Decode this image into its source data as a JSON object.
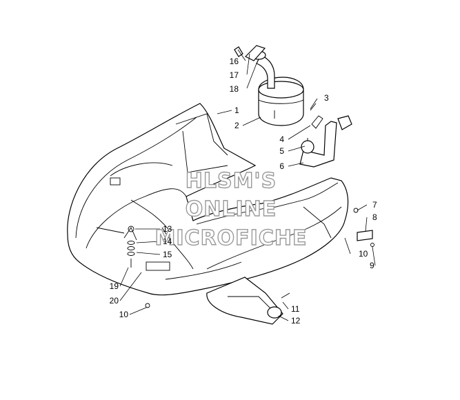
{
  "watermark": {
    "line1": "HLSM'S",
    "line2": "ONLINE",
    "line3": "MICROFICHE"
  },
  "callouts": [
    {
      "id": "c16",
      "label": "16"
    },
    {
      "id": "c17",
      "label": "17"
    },
    {
      "id": "c18",
      "label": "18"
    },
    {
      "id": "c3",
      "label": "3"
    },
    {
      "id": "c1",
      "label": "1"
    },
    {
      "id": "c2",
      "label": "2"
    },
    {
      "id": "c4",
      "label": "4"
    },
    {
      "id": "c5",
      "label": "5"
    },
    {
      "id": "c6",
      "label": "6"
    },
    {
      "id": "c7",
      "label": "7"
    },
    {
      "id": "c8",
      "label": "8"
    },
    {
      "id": "c13",
      "label": "13"
    },
    {
      "id": "c14",
      "label": "14"
    },
    {
      "id": "c15",
      "label": "15"
    },
    {
      "id": "c10a",
      "label": "10"
    },
    {
      "id": "c9",
      "label": "9"
    },
    {
      "id": "c19",
      "label": "19"
    },
    {
      "id": "c20",
      "label": "20"
    },
    {
      "id": "c11",
      "label": "11"
    },
    {
      "id": "c10b",
      "label": "10"
    },
    {
      "id": "c12",
      "label": "12"
    }
  ]
}
